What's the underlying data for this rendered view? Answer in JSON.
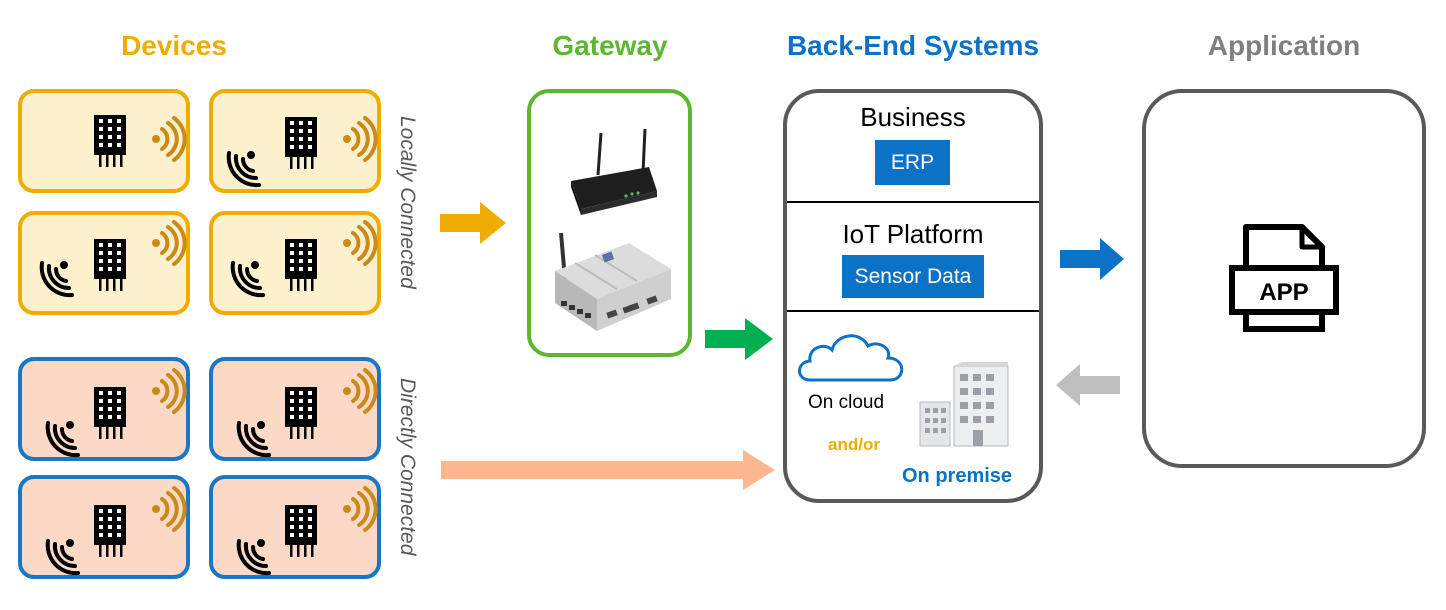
{
  "columns": {
    "devices": "Devices",
    "gateway": "Gateway",
    "backend": "Back-End Systems",
    "application": "Application"
  },
  "groups": {
    "locally": "Locally  Connected",
    "directly": "Directly Connected"
  },
  "backend": {
    "business_title": "Business",
    "erp_label": "ERP",
    "iot_title": "IoT Platform",
    "sensor_label": "Sensor Data",
    "cloud_label": "On cloud",
    "and_or": "and/or",
    "premise_label": "On premise"
  },
  "application": {
    "icon_text": "APP"
  },
  "colors": {
    "devices": "#f0ad00",
    "gateway": "#5cb82f",
    "backend": "#0b72c6",
    "application": "#7f7f7f",
    "direct_arrow": "#fdb78f",
    "gateway_arrow": "#00b050",
    "return_arrow": "#bfbfbf"
  }
}
